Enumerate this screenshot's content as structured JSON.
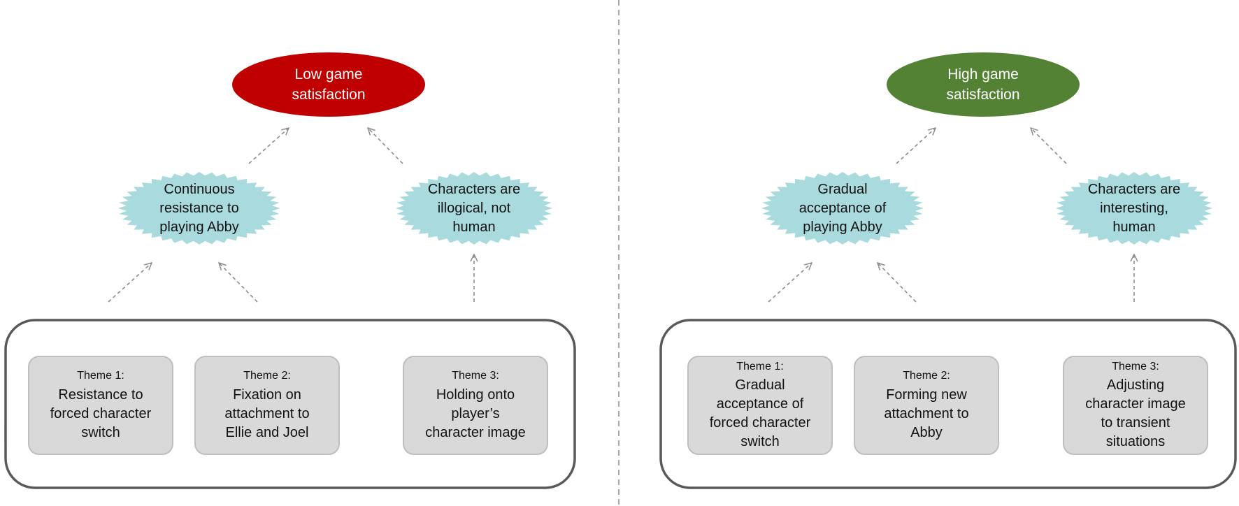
{
  "colors": {
    "low_oval": "#c00000",
    "high_oval": "#548235",
    "star_fill": "#a8dade",
    "theme_fill": "#d9d9d9",
    "outline": "#595959"
  },
  "left": {
    "outcome": "Low game\nsatisfaction",
    "factors": [
      "Continuous\nresistance to\nplaying Abby",
      "Characters are\nillogical, not\nhuman"
    ],
    "themes": [
      {
        "num": "Theme 1:",
        "text": "Resistance to\nforced character\nswitch"
      },
      {
        "num": "Theme 2:",
        "text": "Fixation on\nattachment to\nEllie and Joel"
      },
      {
        "num": "Theme 3:",
        "text": "Holding onto\nplayer’s\ncharacter image"
      }
    ]
  },
  "right": {
    "outcome": "High game\nsatisfaction",
    "factors": [
      "Gradual\nacceptance of\nplaying Abby",
      "Characters are\ninteresting,\nhuman"
    ],
    "themes": [
      {
        "num": "Theme 1:",
        "text": "Gradual\nacceptance of\nforced character\nswitch"
      },
      {
        "num": "Theme 2:",
        "text": "Forming new\nattachment to\nAbby"
      },
      {
        "num": "Theme 3:",
        "text": "Adjusting\ncharacter image\nto transient\nsituations"
      }
    ]
  }
}
